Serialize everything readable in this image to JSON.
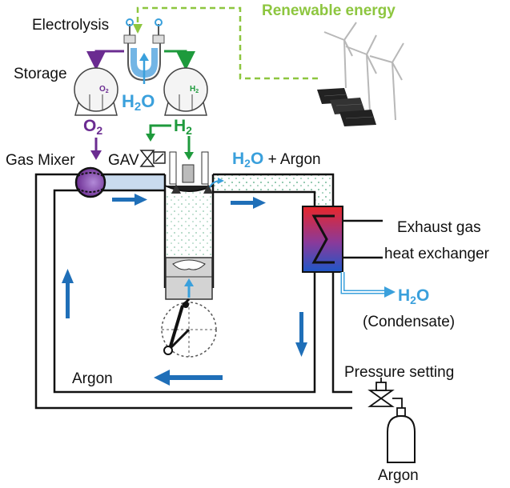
{
  "labels": {
    "renewable_energy": "Renewable energy",
    "electrolysis": "Electrolysis",
    "storage": "Storage",
    "o2_tank": "O",
    "o2_tank_sub": "2",
    "h2_tank": "H",
    "h2_tank_sub": "2",
    "water_main": "H",
    "water_main_sub": "2",
    "water_main_o": "O",
    "o2_main": "O",
    "o2_main_sub": "2",
    "h2_main": "H",
    "h2_main_sub": "2",
    "gas_mixer": "Gas Mixer",
    "gav": "GAV",
    "exhaust_h2o": "H",
    "exhaust_h2o_sub": "2",
    "exhaust_h2o_o": "O",
    "exhaust_argon": " + Argon",
    "exhaust_gas_line1": "Exhaust gas",
    "exhaust_gas_line2": "heat exchanger",
    "condensate_h": "H",
    "condensate_sub": "2",
    "condensate_o": "O",
    "condensate_label": "(Condensate)",
    "pressure_setting": "Pressure setting",
    "argon_loop": "Argon",
    "argon_bottle": "Argon"
  },
  "colors": {
    "renewable": "#8dc63f",
    "oxygen": "#6b2c91",
    "hydrogen": "#1e9a3c",
    "water": "#3aa0dc",
    "flow_arrow": "#1f6fb8",
    "heat_hot": "#e8262a",
    "heat_cold": "#1e57c8",
    "loop_line": "#111111"
  }
}
